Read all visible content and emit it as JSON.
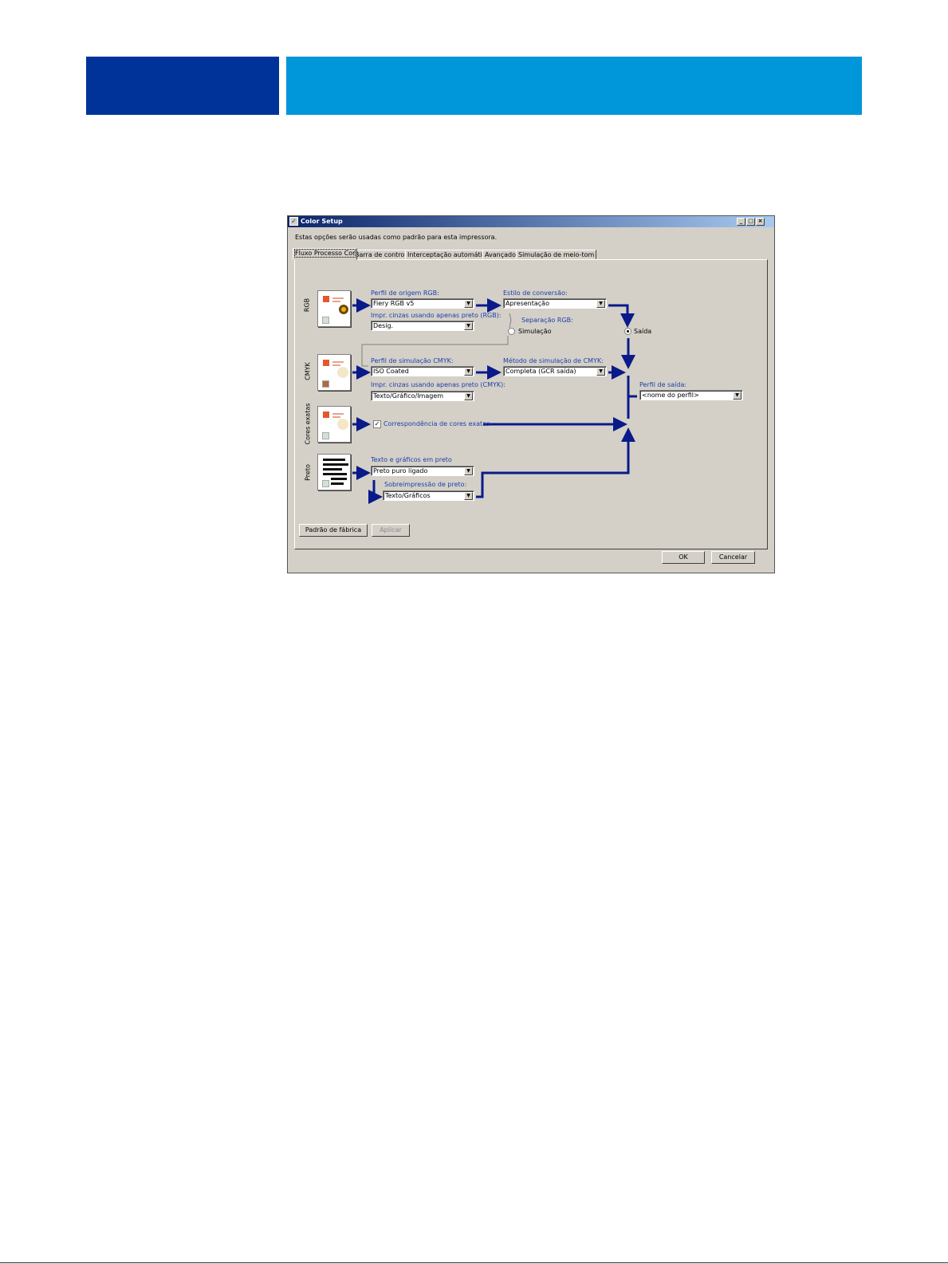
{
  "header": {
    "left_color": "#003399",
    "right_color": "#0096da"
  },
  "window": {
    "title": "Color Setup",
    "icon_glyph": "✓",
    "minimize": "_",
    "maximize": "□",
    "close": "×",
    "intro": "Estas opções serão usadas como padrão para esta impressora."
  },
  "tabs": [
    {
      "label": "Fluxo Processo Cor"
    },
    {
      "label": "Barra de controle"
    },
    {
      "label": "Interceptação automática"
    },
    {
      "label": "Avançado"
    },
    {
      "label": "Simulação de meio-tom"
    }
  ],
  "rows": {
    "rgb": "RGB",
    "cmyk": "CMYK",
    "spot": "Cores exatas",
    "black": "Preto"
  },
  "rgb": {
    "source_profile_label": "Perfil de origem RGB:",
    "source_profile_value": "Fiery RGB v5",
    "gray_label": "Impr. cinzas usando apenas preto (RGB):",
    "gray_value": "Desig.",
    "conversion_label": "Estilo de conversão:",
    "conversion_value": "Apresentação",
    "separation_label": "Separação RGB:",
    "simulation_option": "Simulação"
  },
  "cmyk": {
    "sim_profile_label": "Perfil de simulação CMYK:",
    "sim_profile_value": "ISO Coated",
    "gray_label": "Impr. cinzas usando apenas preto (CMYK):",
    "gray_value": "Texto/Gráfico/Imagem",
    "sim_method_label": "Método de simulação de CMYK:",
    "sim_method_value": "Completa (GCR saída)"
  },
  "spot": {
    "match_label": "Correspondência de cores exatas",
    "check_glyph": "✓"
  },
  "black": {
    "text_label": "Texto e gráficos em preto",
    "text_value": "Preto puro ligado",
    "overprint_label": "Sobreimpressão de preto:",
    "overprint_value": "Texto/Gráficos"
  },
  "output": {
    "option": "Saída",
    "profile_label": "Perfil de saída:",
    "profile_value": "<nome do perfil>"
  },
  "dropdown_glyph": "▼",
  "buttons": {
    "factory": "Padrão de fábrica",
    "apply": "Aplicar",
    "ok": "OK",
    "cancel": "Cancelar"
  }
}
